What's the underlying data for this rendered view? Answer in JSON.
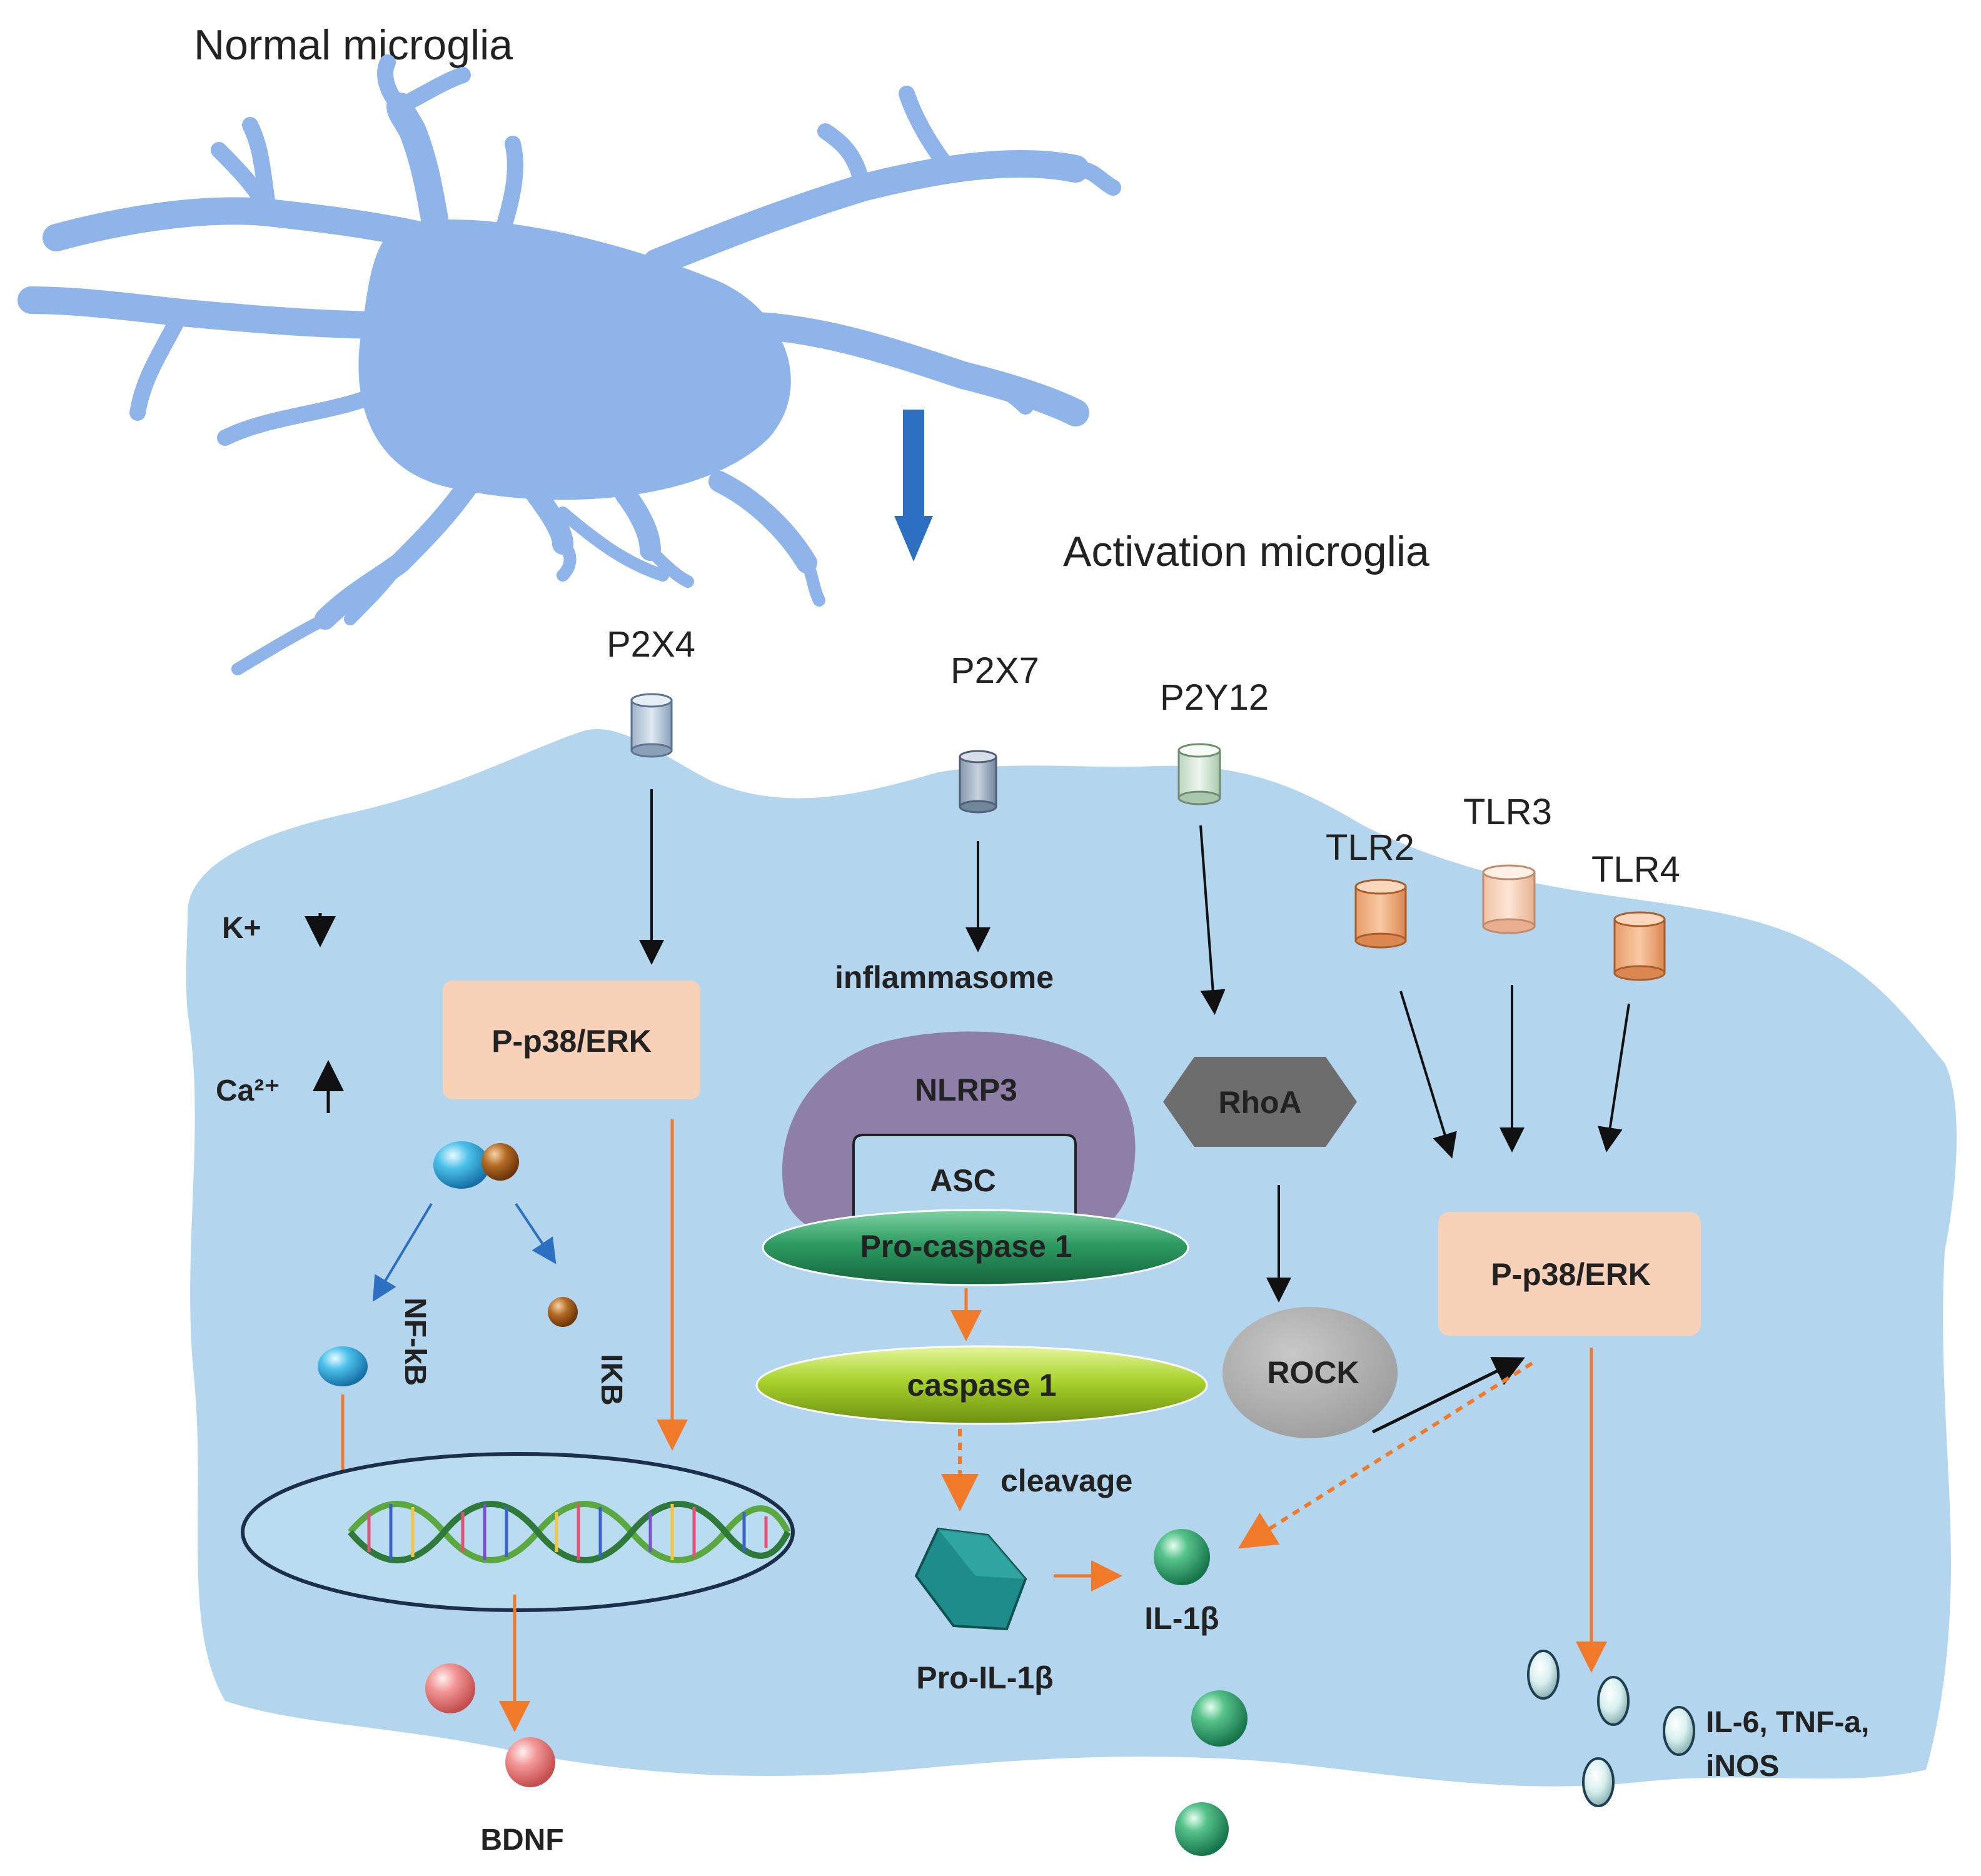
{
  "cells": {
    "normal_label": "Normal microglia",
    "activated_label": "Activation microglia"
  },
  "receptors": {
    "p2x4": "P2X4",
    "p2x7": "P2X7",
    "p2y12": "P2Y12",
    "tlr2": "TLR2",
    "tlr3": "TLR3",
    "tlr4": "TLR4"
  },
  "ions": {
    "potassium": "K+",
    "calcium": "Ca²⁺"
  },
  "left_pathway": {
    "kinase": "P-p38/ERK",
    "nfkb": "NF-kB",
    "ikb": "IKB",
    "bdnf": "BDNF"
  },
  "middle_pathway": {
    "inflammasome": "inflammasome",
    "nlrp3": "NLRP3",
    "asc": "ASC",
    "pro_caspase": "Pro-caspase 1",
    "caspase": "caspase 1",
    "cleavage": "cleavage",
    "pro_il1b": "Pro-IL-1β",
    "il1b": "IL-1β"
  },
  "right_pathway": {
    "rhoa": "RhoA",
    "rock": "ROCK",
    "kinase": "P-p38/ERK",
    "cytokines_line1": "IL-6, TNF-a,",
    "cytokines_line2": "iNOS"
  },
  "colors": {
    "normal_cell": "#8fb4ea",
    "activated_cell": "#b3d6ee",
    "kinase_box": "#f8d2b8",
    "nlrp3": "#8e7fa8",
    "pro_caspase": "#2f9b64",
    "caspase": "#a9d22c",
    "rhoa": "#6d6d6d",
    "rock": "#a7a7a7",
    "pro_il1b": "#1d8c8a",
    "il1b": "#2fa873",
    "bdnf": "#f08a8a",
    "orange_arrow": "#f07a2a",
    "blue_arrow": "#2d6fc0",
    "nucleus_border": "#1c2f4a"
  }
}
